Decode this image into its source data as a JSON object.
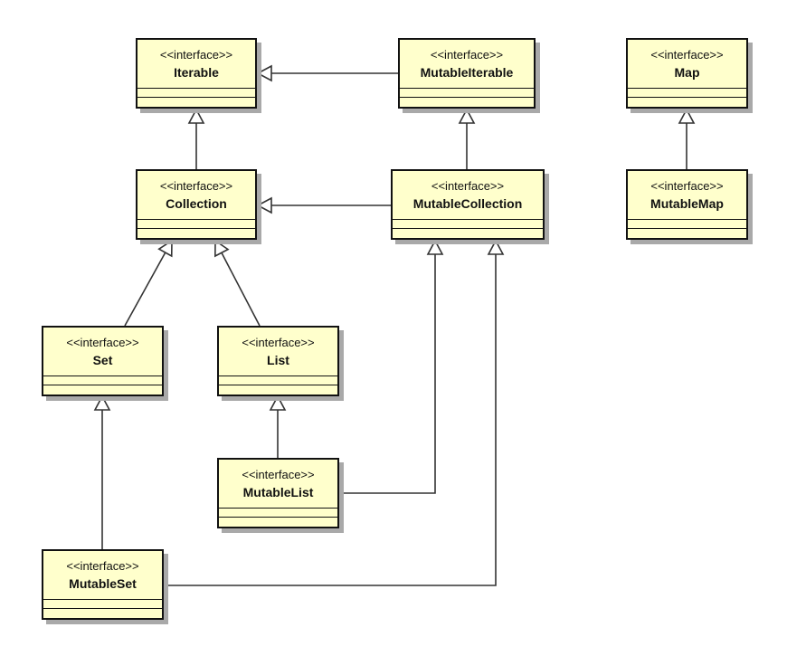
{
  "diagram": {
    "stereotype": "<<interface>>",
    "nodes": [
      {
        "id": "iterable",
        "name": "Iterable"
      },
      {
        "id": "mutable-iterable",
        "name": "MutableIterable"
      },
      {
        "id": "map",
        "name": "Map"
      },
      {
        "id": "collection",
        "name": "Collection"
      },
      {
        "id": "mutable-collection",
        "name": "MutableCollection"
      },
      {
        "id": "mutable-map",
        "name": "MutableMap"
      },
      {
        "id": "set",
        "name": "Set"
      },
      {
        "id": "list",
        "name": "List"
      },
      {
        "id": "mutable-list",
        "name": "MutableList"
      },
      {
        "id": "mutable-set",
        "name": "MutableSet"
      }
    ],
    "generalizations": [
      {
        "from": "mutable-iterable",
        "to": "iterable"
      },
      {
        "from": "collection",
        "to": "iterable"
      },
      {
        "from": "mutable-collection",
        "to": "mutable-iterable"
      },
      {
        "from": "mutable-collection",
        "to": "collection"
      },
      {
        "from": "mutable-map",
        "to": "map"
      },
      {
        "from": "set",
        "to": "collection"
      },
      {
        "from": "list",
        "to": "collection"
      },
      {
        "from": "mutable-list",
        "to": "list"
      },
      {
        "from": "mutable-list",
        "to": "mutable-collection"
      },
      {
        "from": "mutable-set",
        "to": "set"
      },
      {
        "from": "mutable-set",
        "to": "mutable-collection"
      }
    ],
    "colors": {
      "box_fill": "#ffffcc",
      "border": "#111111",
      "shadow": "#a9a9a9",
      "line": "#333333"
    }
  }
}
